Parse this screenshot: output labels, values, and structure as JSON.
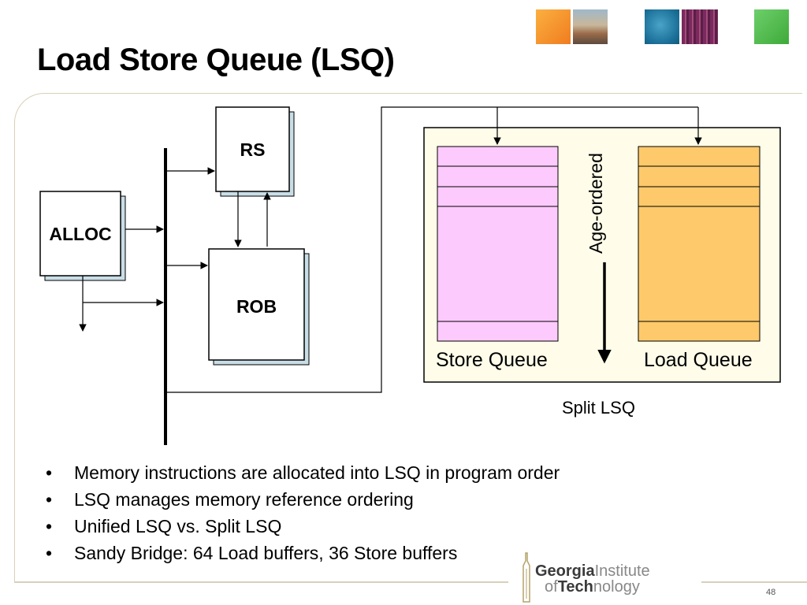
{
  "slide": {
    "title": "Load Store Queue (LSQ)",
    "page_number": "48"
  },
  "diagram": {
    "alloc": "ALLOC",
    "rs": "RS",
    "rob": "ROB",
    "store_queue": "Store Queue",
    "load_queue": "Load Queue",
    "age_ordered": "Age-ordered",
    "split_lsq": "Split LSQ",
    "colors": {
      "store_queue_fill": "#fccafc",
      "load_queue_fill": "#fdc96a",
      "box_shadow": "#c9dde6",
      "lsq_container_fill": "#fffde9"
    }
  },
  "bullets": [
    "Memory instructions are allocated into LSQ in program order",
    "LSQ manages memory reference ordering",
    "Unified LSQ vs. Split LSQ",
    "Sandy Bridge: 64 Load buffers, 36 Store buffers"
  ],
  "logo": {
    "line1_bold": "Georgia",
    "line1_light": "Institute",
    "line2_light": "of",
    "line2_bold": "Tech",
    "line2_light2": "nology",
    "colors": {
      "gold": "#b3a369",
      "gray": "#3a3a3a"
    }
  },
  "header_thumbnails": [
    "orange-thumbnail",
    "building-photo-thumbnail",
    "blue-thumbnail",
    "circuit-photo-thumbnail",
    "green-thumbnail"
  ]
}
